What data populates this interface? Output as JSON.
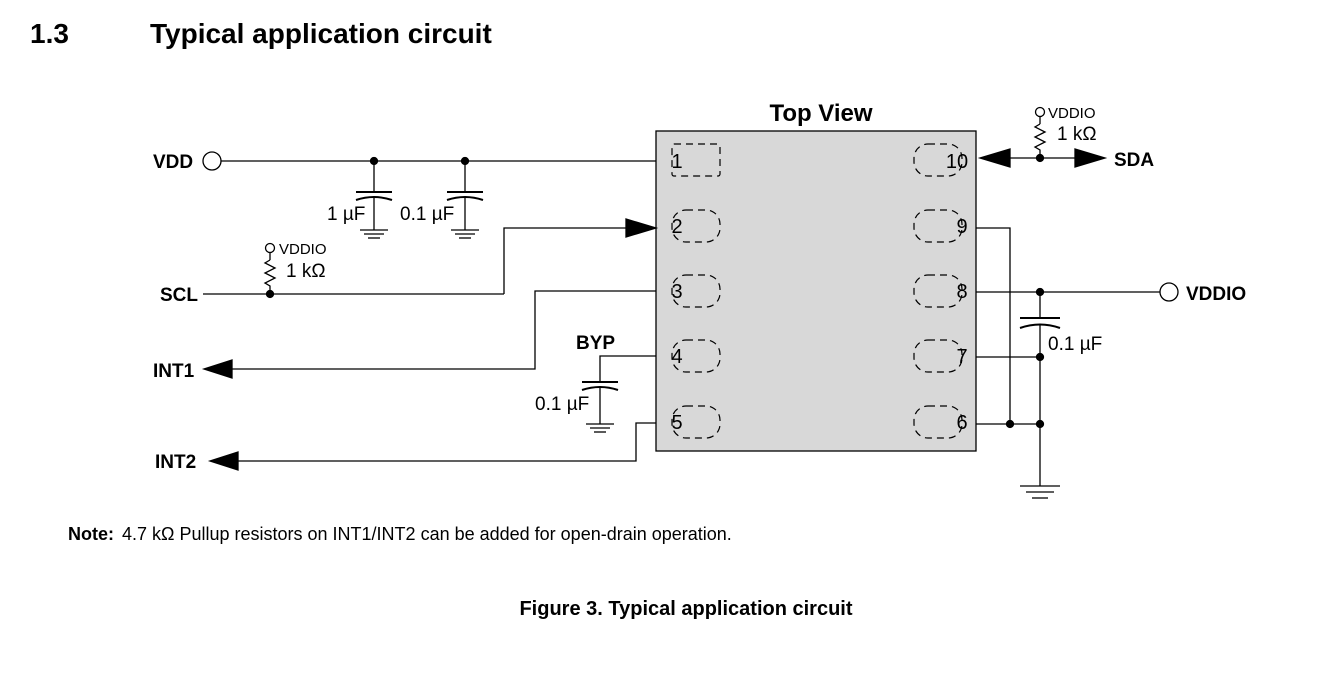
{
  "section": {
    "number": "1.3",
    "title": "Typical application circuit"
  },
  "diagram": {
    "chip_title": "Top View",
    "pins": [
      "1",
      "2",
      "3",
      "4",
      "5",
      "6",
      "7",
      "8",
      "9",
      "10"
    ],
    "signals": {
      "vdd": "VDD",
      "scl": "SCL",
      "int1": "INT1",
      "int2": "INT2",
      "byp": "BYP",
      "sda": "SDA",
      "vddio": "VDDIO"
    },
    "components": {
      "cap_1uf": "1 µF",
      "cap_01uf_a": "0.1 µF",
      "cap_01uf_byp": "0.1 µF",
      "cap_01uf_vddio": "0.1 µF",
      "pullup_scl_supply": "VDDIO",
      "pullup_scl_value": "1 kΩ",
      "pullup_sda_supply": "VDDIO",
      "pullup_sda_value": "1 kΩ"
    }
  },
  "note": {
    "label": "Note:",
    "text": "4.7 kΩ Pullup resistors on INT1/INT2 can be added for open-drain operation."
  },
  "figure": {
    "caption": "Figure 3. Typical application circuit"
  }
}
